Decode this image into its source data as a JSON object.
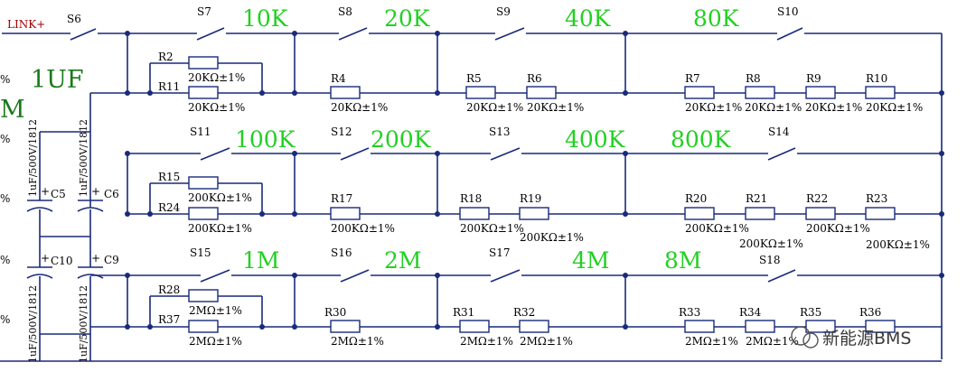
{
  "net_label": "LINK+",
  "edge_left": [
    "%",
    "%",
    "%",
    "%",
    "%"
  ],
  "cap_value": "1UF",
  "edge_m": "M",
  "switches": {
    "s6": "S6",
    "s7": "S7",
    "s8": "S8",
    "s9": "S9",
    "s10": "S10",
    "s11": "S11",
    "s12": "S12",
    "s13": "S13",
    "s14": "S14",
    "s15": "S15",
    "s16": "S16",
    "s17": "S17",
    "s18": "S18"
  },
  "step_labels": {
    "r1": [
      "10K",
      "20K",
      "40K",
      "80K"
    ],
    "r2": [
      "100K",
      "200K",
      "400K",
      "800K"
    ],
    "r3": [
      "1M",
      "2M",
      "4M",
      "8M"
    ]
  },
  "resistors": {
    "r2": "R2",
    "r11": "R11",
    "r4": "R4",
    "r5": "R5",
    "r6": "R6",
    "r7": "R7",
    "r8": "R8",
    "r9": "R9",
    "r10": "R10",
    "r15": "R15",
    "r24": "R24",
    "r17": "R17",
    "r18": "R18",
    "r19": "R19",
    "r20": "R20",
    "r21": "R21",
    "r22": "R22",
    "r23": "R23",
    "r28": "R28",
    "r37": "R37",
    "r30": "R30",
    "r31": "R31",
    "r32": "R32",
    "r33": "R33",
    "r34": "R34",
    "r35": "R35",
    "r36": "R36"
  },
  "values": {
    "row1": "20KΩ±1%",
    "row2": "200KΩ±1%",
    "row3": "2MΩ±1%"
  },
  "capacitors": {
    "c5": "C5",
    "c6": "C6",
    "c10": "C10",
    "c9": "C9",
    "spec_top": "1uF/500V/1812",
    "spec_bot": "1uF/500V/1812"
  },
  "watermark": "新能源BMS"
}
